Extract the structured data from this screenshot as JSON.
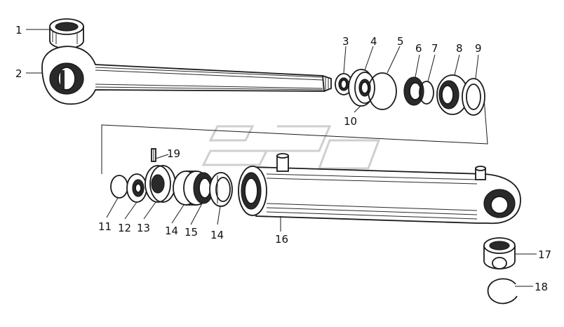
{
  "labels": {
    "p1": "1",
    "p2": "2",
    "p3": "3",
    "p4": "4",
    "p5": "5",
    "p6": "6",
    "p7": "7",
    "p8": "8",
    "p9": "9",
    "p10": "10",
    "p11": "11",
    "p12": "12",
    "p13": "13",
    "p14a": "14",
    "p14b": "14",
    "p15": "15",
    "p16": "16",
    "p17": "17",
    "p18": "18",
    "p19": "19"
  }
}
